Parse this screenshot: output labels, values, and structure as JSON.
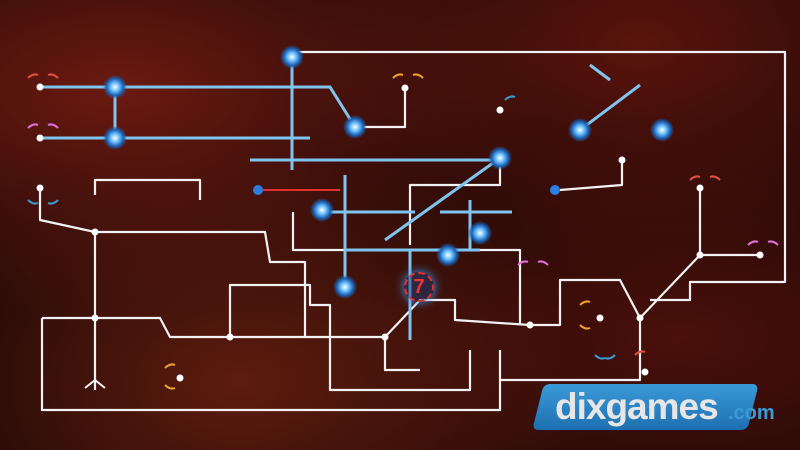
{
  "game": {
    "move_counter": "7",
    "colors": {
      "wire": "#f2f2f2",
      "beam": "#7fc4ef",
      "orb": "#4aa8ff",
      "laser": "#e03030",
      "orange": "#f0a030",
      "pink": "#e070e0",
      "red": "#e05040",
      "blue": "#3a9ad8"
    }
  },
  "watermark": {
    "brand": "dixgames",
    "suffix": ".com"
  }
}
